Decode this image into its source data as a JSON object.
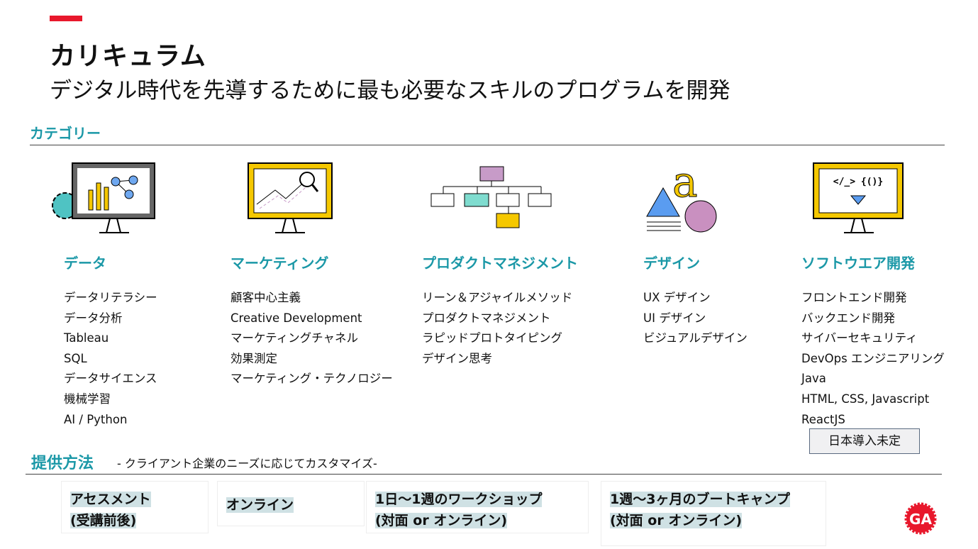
{
  "title": "カリキュラム",
  "subtitle": "デジタル時代を先導するために最も必要なスキルのプログラムを開発",
  "category_heading": "カテゴリー",
  "categories": [
    {
      "name": "データ",
      "items": [
        "データリテラシー",
        "データ分析",
        "Tableau",
        "SQL",
        "データサイエンス",
        "機械学習",
        "AI / Python"
      ]
    },
    {
      "name": "マーケティング",
      "items": [
        "顧客中心主義",
        "Creative Development",
        "マーケティングチャネル",
        "効果測定",
        "マーケティング・テクノロジー"
      ]
    },
    {
      "name": "プロダクトマネジメント",
      "items": [
        "リーン＆アジャイルメソッド",
        "プロダクトマネジメント",
        "ラピッドプロトタイピング",
        "デザイン思考"
      ]
    },
    {
      "name": "デザイン",
      "items": [
        "UX デザイン",
        "UI デザイン",
        "ビジュアルデザイン"
      ]
    },
    {
      "name": "ソフトウエア開発",
      "items": [
        "フロントエンド開発",
        "バックエンド開発",
        "サイバーセキュリティ",
        "DevOps エンジニアリング",
        "Java",
        "HTML, CSS, Javascript",
        "ReactJS"
      ]
    }
  ],
  "badge": "日本導入未定",
  "delivery": {
    "heading": "提供方法",
    "note": "- クライアント企業のニーズに応じてカスタマイズ-",
    "boxes": [
      [
        "アセスメント",
        "(受講前後)"
      ],
      [
        "オンライン"
      ],
      [
        "1日～1週のワークショップ",
        "(対面 or オンライン)"
      ],
      [
        "1週～3ヶ月のブートキャンプ",
        "(対面 or オンライン)"
      ]
    ]
  },
  "code_icon_text": "</_> {()}",
  "logo_text": "GA",
  "colors": {
    "accent": "#1b98a7",
    "red": "#e8182c",
    "yellow": "#f5c800"
  }
}
